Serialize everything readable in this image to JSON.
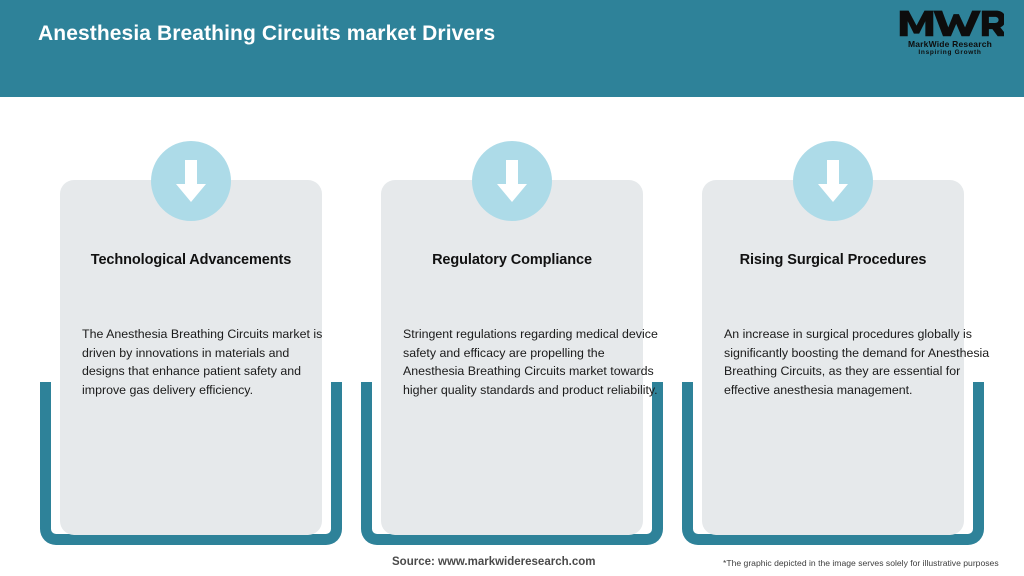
{
  "header": {
    "title": "Anesthesia Breathing Circuits market Drivers",
    "bar_color": "#2e8299",
    "logo": {
      "mark_text": "MWR",
      "company": "MarkWide Research",
      "tagline": "Inspiring Growth"
    }
  },
  "cards": [
    {
      "icon": "down-arrow-icon",
      "title": "Technological Advancements",
      "body": "The Anesthesia Breathing Circuits market is driven by innovations in materials and designs that enhance patient safety and improve gas delivery efficiency."
    },
    {
      "icon": "down-arrow-icon",
      "title": "Regulatory Compliance",
      "body": "Stringent regulations regarding medical device safety and efficacy are propelling the Anesthesia Breathing Circuits market towards higher quality standards and product reliability."
    },
    {
      "icon": "down-arrow-icon",
      "title": "Rising Surgical Procedures",
      "body": "An increase in surgical procedures globally is significantly boosting the demand for Anesthesia Breathing Circuits, as they are essential for effective anesthesia management."
    }
  ],
  "footer": {
    "source": "Source: www.markwideresearch.com",
    "note": "*The graphic depicted in the image serves solely for illustrative purposes"
  },
  "colors": {
    "teal": "#2e8299",
    "panel_grey": "#e6e9eb",
    "icon_circle_blue": "#addbe8",
    "white": "#ffffff"
  }
}
